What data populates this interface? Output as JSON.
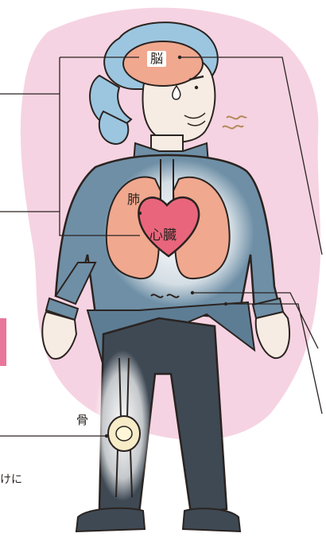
{
  "labels": {
    "brain": "脳",
    "lung": "肺",
    "heart": "心臓",
    "bone": "骨",
    "edge_text": "けに"
  },
  "colors": {
    "background_blob": "#f6d3e2",
    "coat": "#6e8fa6",
    "trousers": "#3e4954",
    "skin": "#f7ece3",
    "organ": "#f0a88f",
    "heart": "#e9657c",
    "glow": "#ffffff",
    "outline": "#2a2320",
    "accent_tab": "#e8779a"
  }
}
